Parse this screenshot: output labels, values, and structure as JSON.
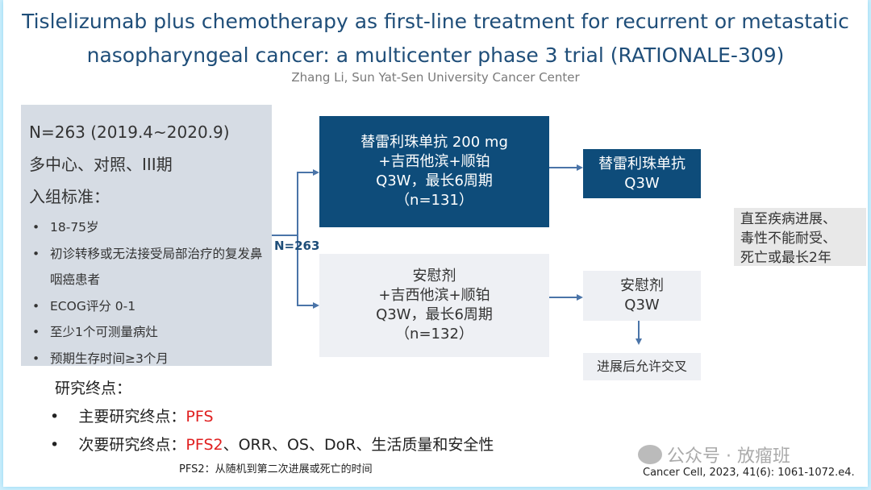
{
  "title": "Tislelizumab plus chemotherapy as first-line treatment for recurrent or metastatic nasopharyngeal cancer: a multicenter phase 3 trial (RATIONALE-309)",
  "author": "Zhang Li, Sun Yat-Sen University Cancer Center",
  "left": {
    "n": "N=263 (2019.4~2020.9)",
    "design": "多中心、对照、III期",
    "criteria_label": "入组标准：",
    "criteria": [
      "18-75岁",
      "初诊转移或无法接受局部治疗的复发鼻咽癌患者",
      "ECOG评分 0-1",
      "至少1个可测量病灶",
      "预期生存时间≥3个月"
    ]
  },
  "randomization": "N=263",
  "arm1": {
    "lines": [
      "替雷利珠单抗 200 mg",
      "+吉西他滨+顺铂",
      "Q3W，最长6周期",
      "（n=131）"
    ],
    "maint": [
      "替雷利珠单抗",
      "Q3W"
    ]
  },
  "arm2": {
    "lines": [
      "安慰剂",
      "+吉西他滨+顺铂",
      "Q3W，最长6周期",
      "（n=132）"
    ],
    "maint": [
      "安慰剂",
      "Q3W"
    ],
    "crossover": "进展后允许交叉"
  },
  "duration": [
    "直至疾病进展、",
    "毒性不能耐受、",
    "死亡或最长2年"
  ],
  "endpoints": {
    "label": "研究终点：",
    "primary_label": "主要研究终点：",
    "primary": "PFS",
    "secondary_label": "次要研究终点：",
    "secondary_red": "PFS2",
    "secondary_rest": "、ORR、OS、DoR、生活质量和安全性"
  },
  "note": "PFS2：从随机到第二次进展或死亡的时间",
  "watermark": "公众号 · 放瘤班",
  "citation": "Cancer Cell, 2023, 41(6): 1061-1072.e4.",
  "colors": {
    "dark": "#0e4c7a",
    "accent": "#e02020",
    "title": "#1f4e79"
  }
}
